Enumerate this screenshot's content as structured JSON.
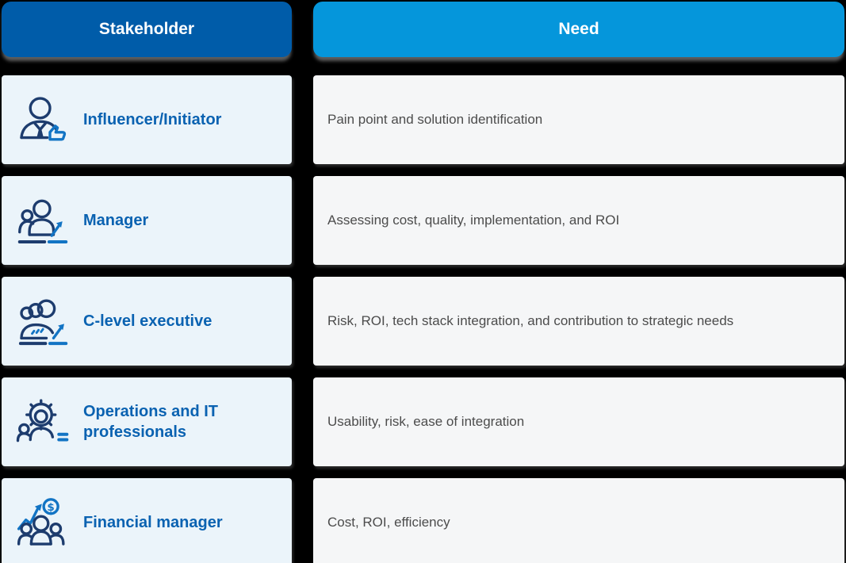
{
  "table": {
    "headers": [
      {
        "label": "Stakeholder"
      },
      {
        "label": "Need"
      }
    ],
    "rows": [
      {
        "icon": "influencer-person-thumbs-up-icon",
        "symbol": "icon-influencer",
        "stakeholder": "Influencer/Initiator",
        "need": "Pain point and solution identification"
      },
      {
        "icon": "manager-people-growth-arrow-icon",
        "symbol": "icon-manager",
        "stakeholder": "Manager",
        "need": "Assessing cost, quality, implementation, and ROI"
      },
      {
        "icon": "c-level-group-arrow-icon",
        "symbol": "icon-clevel",
        "stakeholder": "C-level executive",
        "need": "Risk, ROI, tech stack integration, and contribution to strategic needs"
      },
      {
        "icon": "operations-gear-person-icon",
        "symbol": "icon-ops",
        "stakeholder": "Operations and IT professionals",
        "need": "Usability, risk, ease of integration"
      },
      {
        "icon": "financial-people-dollar-chart-icon",
        "symbol": "icon-financial",
        "stakeholder": "Financial manager",
        "need": "Cost, ROI, efficiency"
      }
    ]
  },
  "colors": {
    "background": "#000000",
    "header_stakeholder": "#005CA9",
    "header_need": "#0596DB",
    "left_cell_bg": "#EBF4FA",
    "right_cell_bg": "#F5F6F7",
    "label_blue": "#0A62B1",
    "need_text": "#4C4C4C",
    "icon_navy": "#1D3C6E",
    "icon_accent_blue": "#1274C4"
  }
}
